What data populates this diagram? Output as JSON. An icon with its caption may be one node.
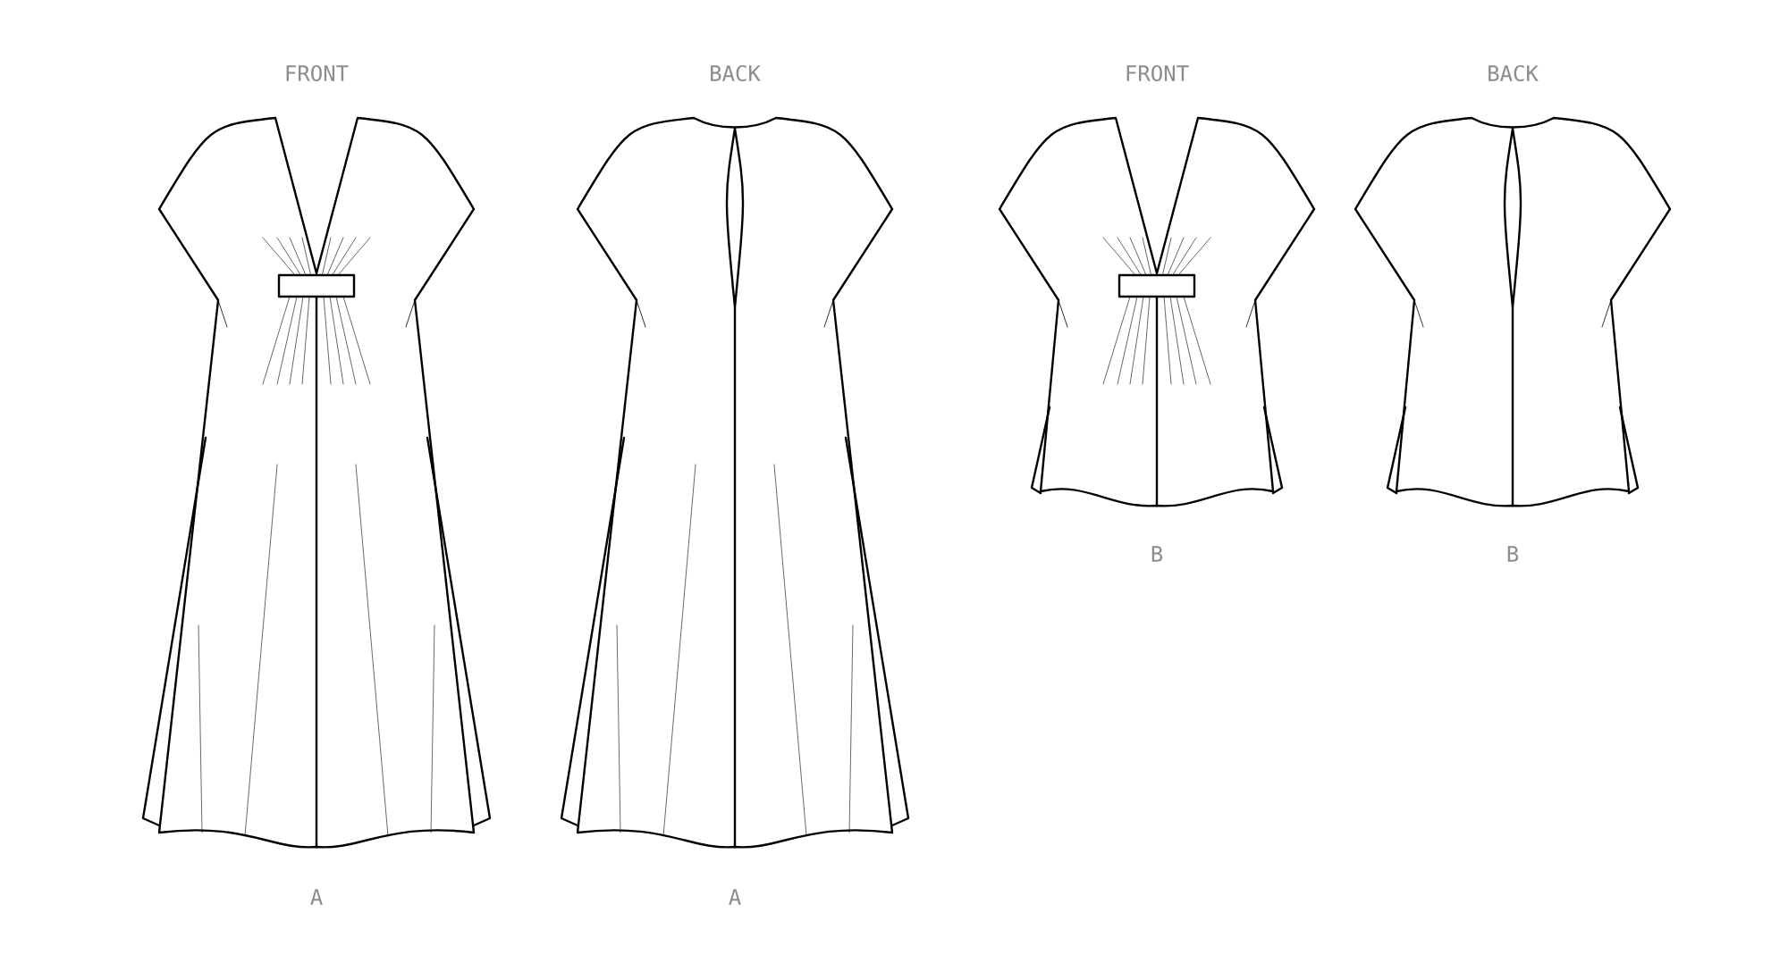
{
  "diagram": {
    "labels": [
      "FRONT",
      "BACK",
      "FRONT",
      "BACK",
      "B",
      "B",
      "A",
      "A"
    ]
  }
}
